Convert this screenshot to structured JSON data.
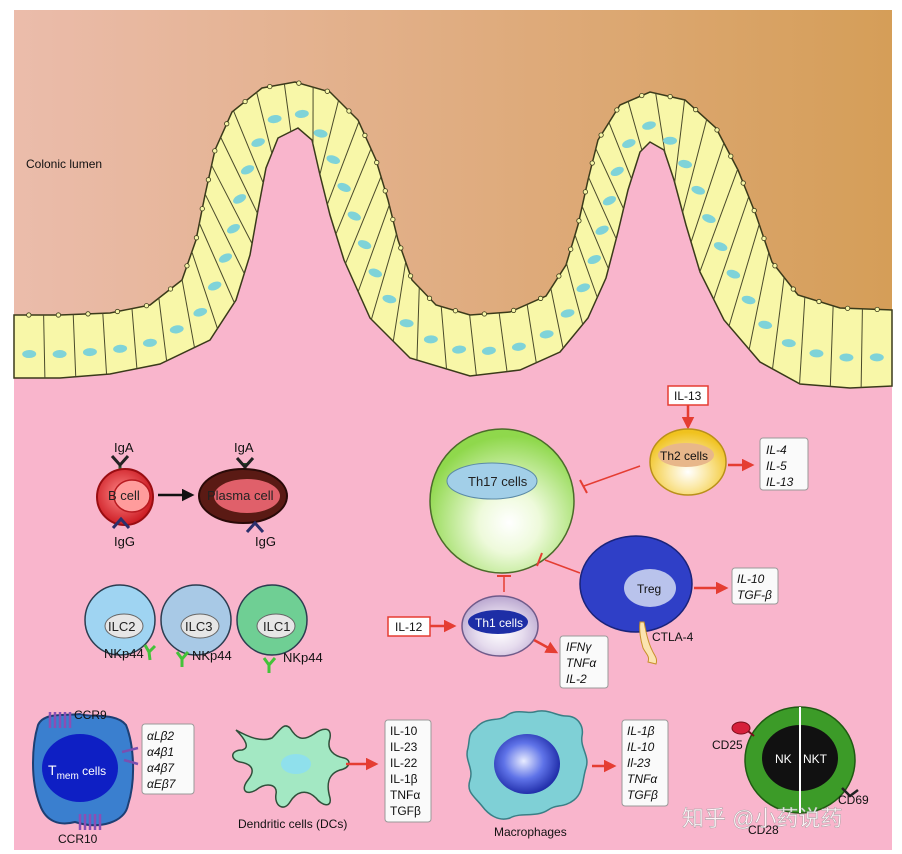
{
  "lumen_label": "Colonic lumen",
  "b_cell": {
    "label": "B cell",
    "iga": "IgA",
    "igg": "IgG"
  },
  "plasma_cell": {
    "label": "Plasma cell",
    "iga": "IgA",
    "igg": "IgG"
  },
  "ilcs": [
    {
      "label": "ILC2",
      "receptor": "NKp44"
    },
    {
      "label": "ILC3",
      "receptor": "NKp44"
    },
    {
      "label": "ILC1",
      "receptor": "NKp44"
    }
  ],
  "th17": {
    "label": "Th17 cells"
  },
  "th2": {
    "label": "Th2 cells",
    "input": "IL-13",
    "outputs": [
      "IL-4",
      "IL-5",
      "IL-13"
    ]
  },
  "treg": {
    "label": "Treg",
    "marker": "CTLA-4",
    "outputs": [
      "IL-10",
      "TGF-β"
    ]
  },
  "th1": {
    "label": "Th1 cells",
    "input": "IL-12",
    "outputs": [
      "IFNγ",
      "TNFα",
      "IL-2"
    ]
  },
  "tmem": {
    "label_main": "T",
    "label_sub": "mem",
    "label_rest": " cells",
    "top_receptor": "CCR9",
    "bottom_receptor": "CCR10",
    "integrins": [
      "αLβ2",
      "α4β1",
      "α4β7",
      "αEβ7"
    ]
  },
  "dcs": {
    "label": "Dendritic cells (DCs)",
    "outputs": [
      "IL-10",
      "IL-23",
      "IL-22",
      "IL-1β",
      "TNFα",
      "TGFβ"
    ]
  },
  "macrophages": {
    "label": "Macrophages",
    "outputs": [
      "IL-1β",
      "IL-10",
      "Il-23",
      "TNFα",
      "TGFβ"
    ]
  },
  "nk_nkt": {
    "left": "NK",
    "right": "NKT",
    "cd25": "CD25",
    "cd28": "CD28",
    "cd69": "CD69"
  },
  "watermark": "知乎 @小药说药",
  "colors": {
    "lumen_left": "#e8b8a2",
    "lumen_right": "#d6a05c",
    "tissue": "#f9b5cc",
    "epithelium": "#f8f7a8",
    "nucleus": "#7fd3d8",
    "arrow": "#e53d32",
    "th17": "#a9e36a",
    "th2": "#f4cb2c",
    "treg": "#2f3fc7",
    "nk": "#3c9b28"
  }
}
